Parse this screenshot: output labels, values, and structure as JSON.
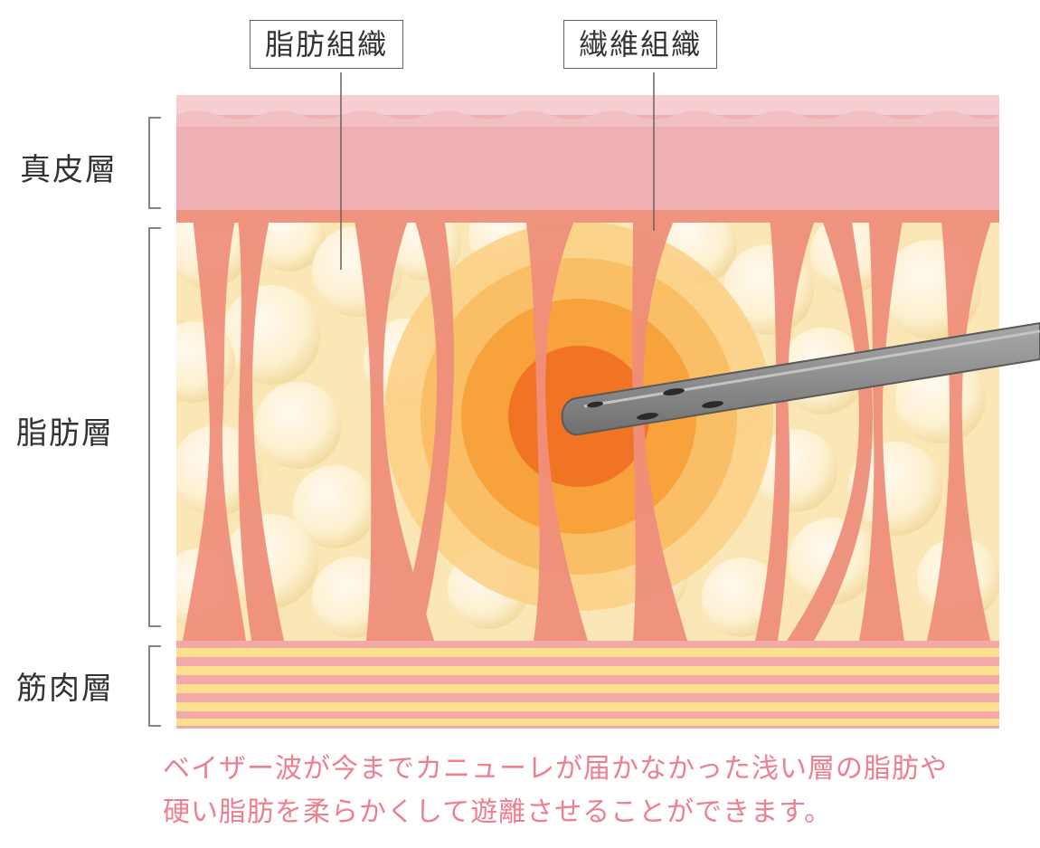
{
  "callouts": {
    "fat_tissue": "脂肪組織",
    "fibrous_tissue": "繊維組織"
  },
  "layers": {
    "dermis": "真皮層",
    "fat": "脂肪層",
    "muscle": "筋肉層"
  },
  "caption": {
    "line1": "ベイザー波が今までカニューレが届かなかった浅い層の脂肪や",
    "line2": "硬い脂肪を柔らかくして遊離させることができます。"
  },
  "colors": {
    "dermis": "#efb0b4",
    "dermis_top": "#f6cdd1",
    "fat_bg": "#fbeac0",
    "fat_cell": "#fdf1d4",
    "fiber": "#ef8f7c",
    "heat_outer": "#fbcf84",
    "heat_mid": "#f8b450",
    "heat_inner": "#f7982e",
    "heat_core": "#f17424",
    "muscle_pink": "#f4a9a9",
    "muscle_yellow": "#fbe190",
    "cannula": "#8c8c8c",
    "bracket": "#8a8480",
    "caption_text": "#ef7e8e"
  },
  "icons": {
    "cannula": "cannula-probe-icon"
  }
}
